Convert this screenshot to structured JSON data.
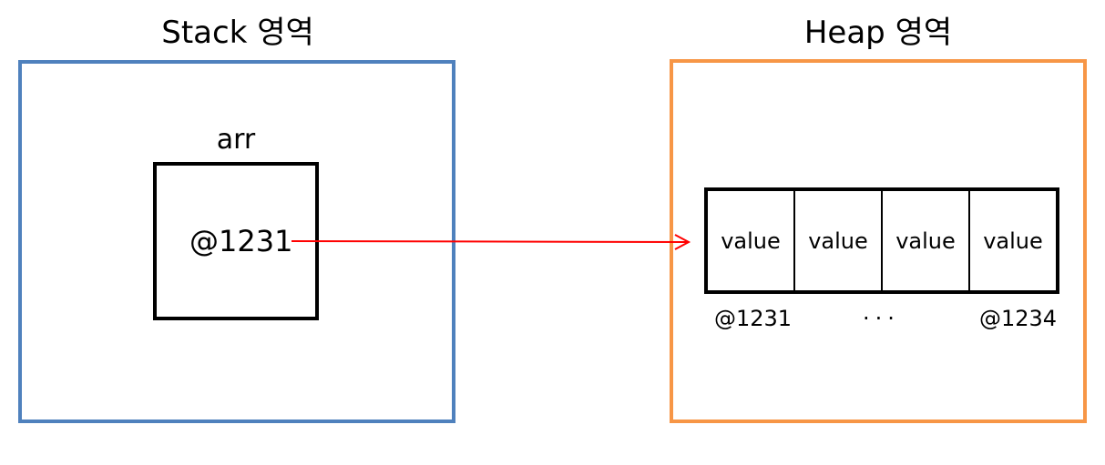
{
  "colors": {
    "stack_border": "#4f81bd",
    "heap_border": "#f79646",
    "arrow": "#ff0000"
  },
  "stack": {
    "title": "Stack 영역",
    "variable_label": "arr",
    "variable_value": "@1231"
  },
  "heap": {
    "title": "Heap 영역",
    "cells": [
      "value",
      "value",
      "value",
      "value"
    ],
    "addresses": {
      "first": "@1231",
      "middle": "···",
      "last": "@1234"
    }
  }
}
